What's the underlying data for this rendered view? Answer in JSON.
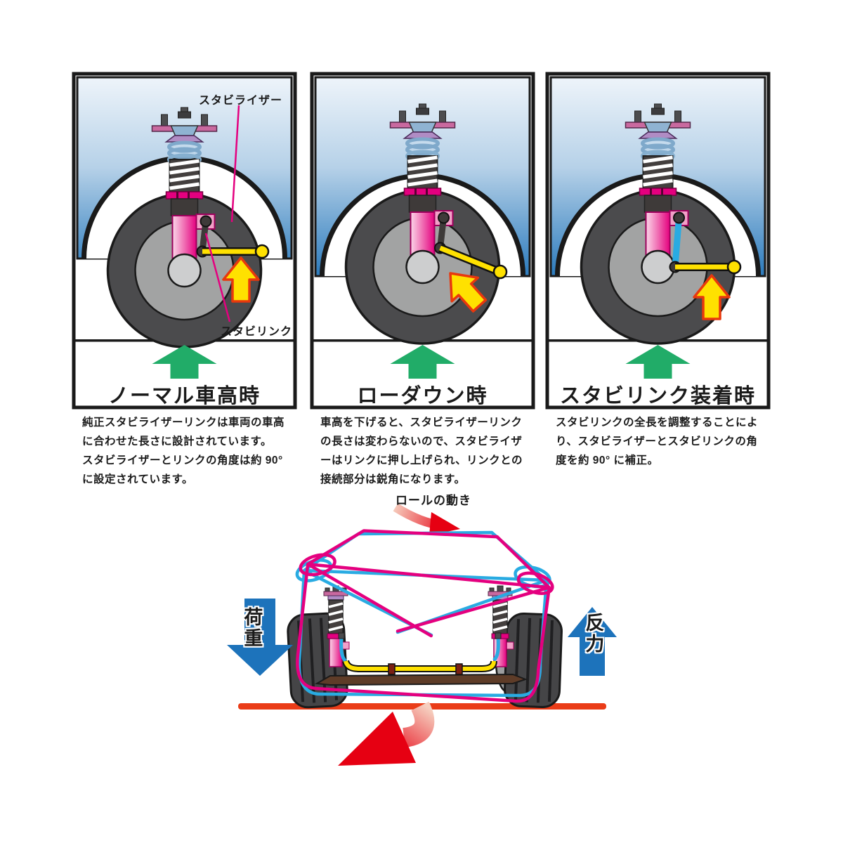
{
  "panels": [
    {
      "title": "ノーマル車高時",
      "description": "純正スタビライザーリンクは車両の車高\nに合わせた長さに設計されています。\nスタビライザーとリンクの角度は約 90°\nに設定されています。"
    },
    {
      "title": "ローダウン時",
      "description": "車高を下げると、スタビライザーリンク\nの長さは変わらないので、スタビライザ\nーはリンクに押し上げられ、リンクとの\n接続部分は鋭角になります。"
    },
    {
      "title": "スタビリンク装着時",
      "description": "スタビリンクの全長を調整することによ\nり、スタビライザーとスタビリンクの角\n度を約 90° に補正。"
    }
  ],
  "labels": {
    "stabilizer": "スタビライザー",
    "stabilink": "スタビリンク",
    "roll": "ロールの動き",
    "load": "荷重",
    "reaction": "反力"
  },
  "colors": {
    "magenta": "#e4007f",
    "cyan": "#29abe2",
    "yellow": "#ffe100",
    "green": "#21ac68",
    "blue_arrow": "#1d73bb",
    "red": "#e60012",
    "sky_blue": "#2a7abc",
    "ground_red": "#ea3c18"
  }
}
